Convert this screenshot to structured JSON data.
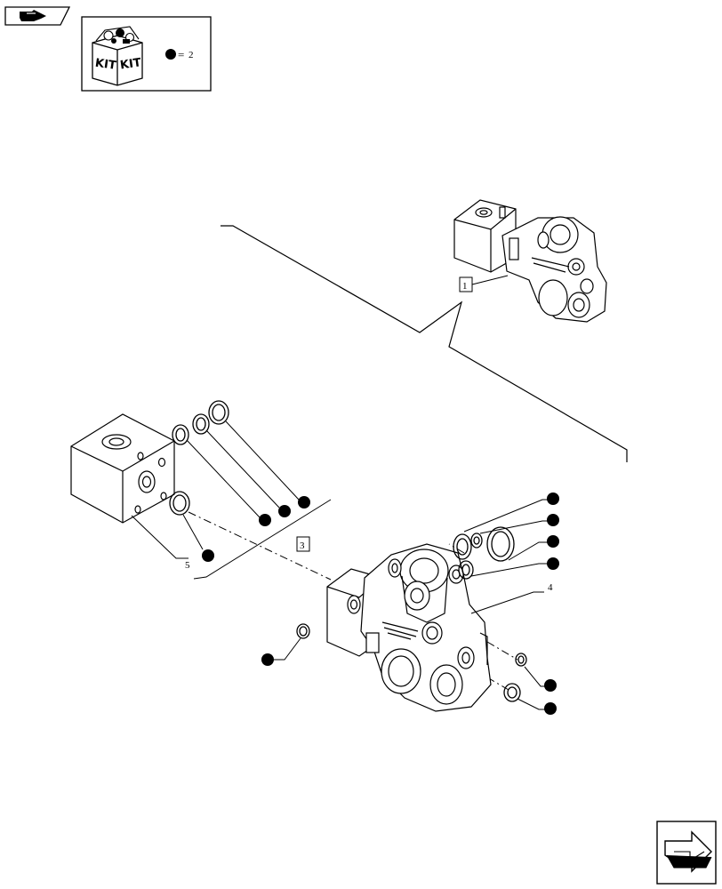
{
  "kit_legend": {
    "kit_label_left": "KIT",
    "kit_label_right": "KIT",
    "equals_sign": "=",
    "kit_quantity": "2"
  },
  "callouts": {
    "assembly_ref": "1",
    "kit_ref": "3",
    "valve_body": "4",
    "adapter_block": "5"
  },
  "icons": {
    "previous_page": "hand-pointing-right-icon",
    "next_page": "hand-pointing-right-icon",
    "kit_marker": "filled-circle-icon"
  },
  "colors": {
    "line": "#000000",
    "background": "#ffffff"
  }
}
